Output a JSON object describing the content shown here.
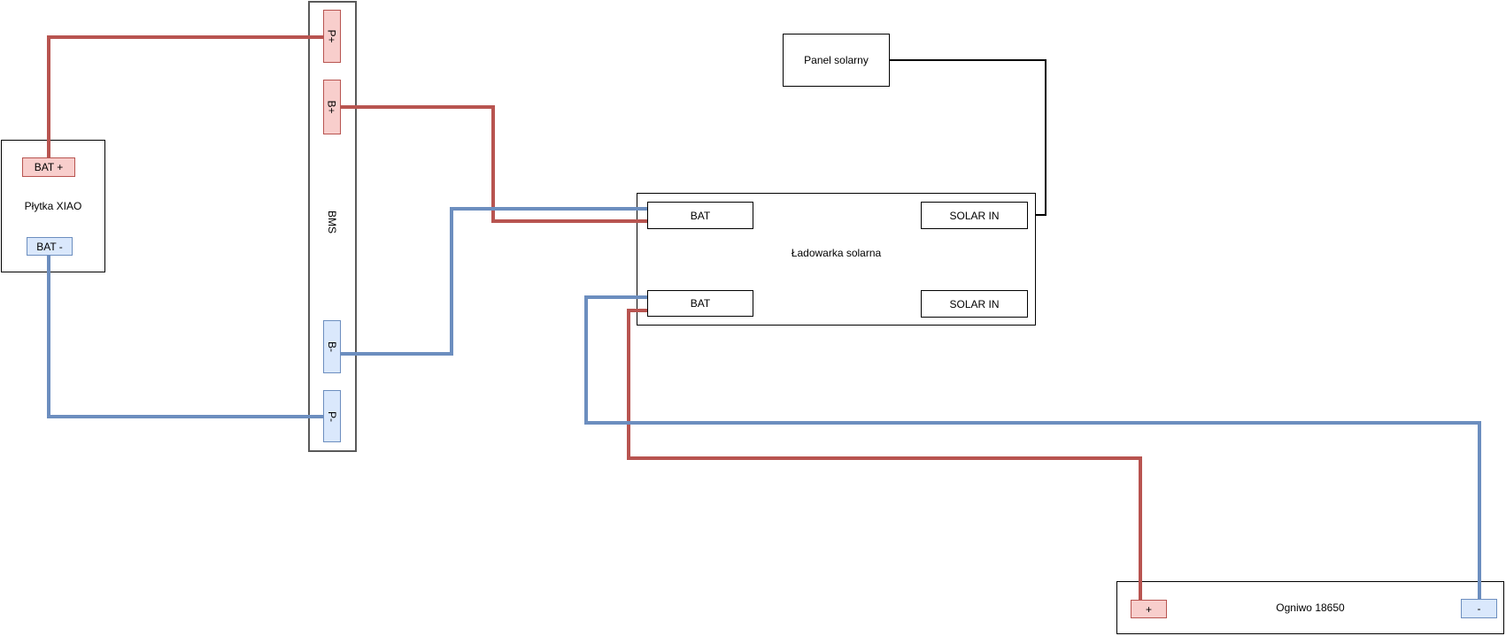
{
  "nodes": {
    "xiao": {
      "label": "Płytka XIAO",
      "terminals": {
        "bat_plus": "BAT +",
        "bat_minus": "BAT -"
      }
    },
    "bms": {
      "label": "BMS",
      "terminals": {
        "p_plus": "P+",
        "b_plus": "B+",
        "b_minus": "B-",
        "p_minus": "P-"
      }
    },
    "panel": {
      "label": "Panel solarny"
    },
    "charger": {
      "label": "Ładowarka solarna",
      "terminals": {
        "bat_top": "BAT",
        "solar_in_top": "SOLAR IN",
        "bat_bottom": "BAT",
        "solar_in_bottom": "SOLAR IN"
      }
    },
    "cell": {
      "label": "Ogniwo 18650",
      "terminals": {
        "plus": "+",
        "minus": "-"
      }
    }
  },
  "colors": {
    "positive_wire": "#b85450",
    "negative_wire": "#6c8ebf",
    "panel_wire": "#000000",
    "positive_terminal_fill": "#f8cecc",
    "positive_terminal_border": "#b85450",
    "negative_terminal_fill": "#dae8fc",
    "negative_terminal_border": "#6c8ebf",
    "bms_border": "#595959",
    "box_border": "#000000"
  }
}
